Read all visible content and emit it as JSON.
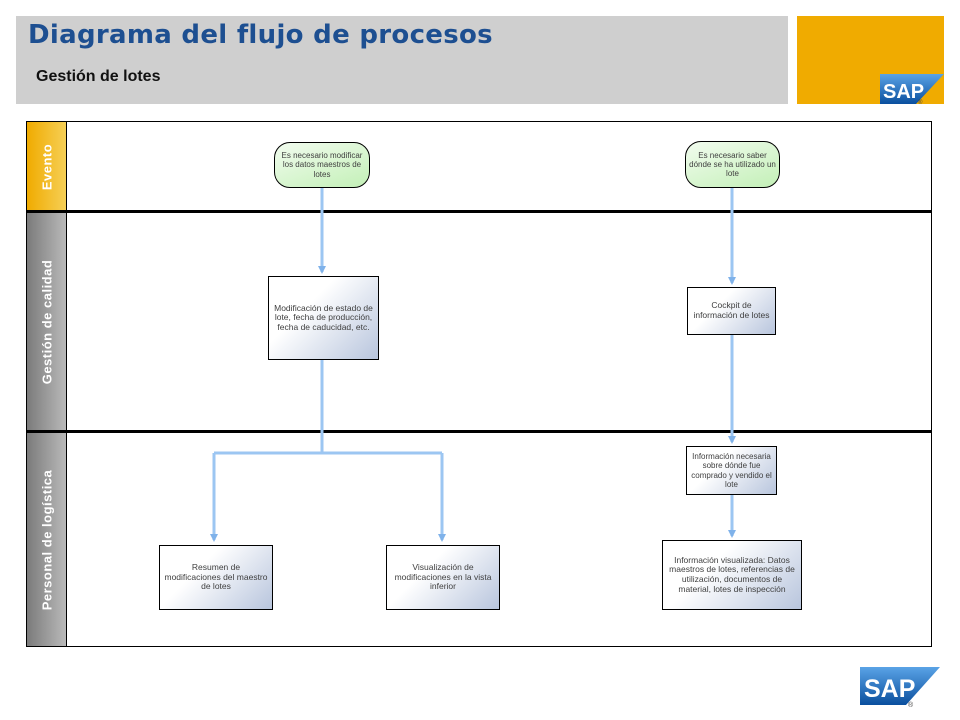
{
  "header": {
    "title": "Diagrama del flujo de procesos",
    "subtitle": "Gestión de lotes"
  },
  "brand": {
    "logo_text": "SAP",
    "accent_color": "#f0ab00",
    "logo_color": "#1f6ab5"
  },
  "lanes": [
    {
      "label": "Evento"
    },
    {
      "label": "Gestión de calidad"
    },
    {
      "label": "Personal de logística"
    }
  ],
  "nodes": {
    "event_modify": "Es necesario modificar los datos maestros de lotes",
    "event_where_used": "Es necesario saber dónde se ha utilizado un lote",
    "task_modify_status": "Modificación de estado de lote, fecha de producción, fecha de caducidad, etc.",
    "task_cockpit": "Cockpit de información de lotes",
    "task_summary": "Resumen de modificaciones del maestro de lotes",
    "task_lower_view": "Visualización de modificaciones en la vista inferior",
    "task_info_needed": "Información necesaria sobre dónde fue comprado y vendido el lote",
    "task_info_displayed": "Información visualizada: Datos maestros de lotes, referencias de utilización, documentos de material, lotes de inspección"
  }
}
